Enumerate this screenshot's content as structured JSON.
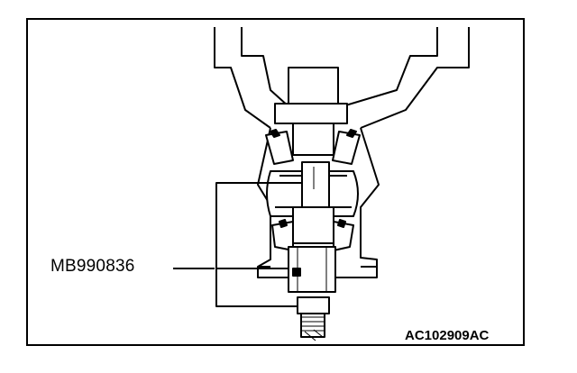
{
  "diagram": {
    "callout_label": "MB990836",
    "figure_id": "AC102909",
    "figure_suffix": "AC"
  }
}
